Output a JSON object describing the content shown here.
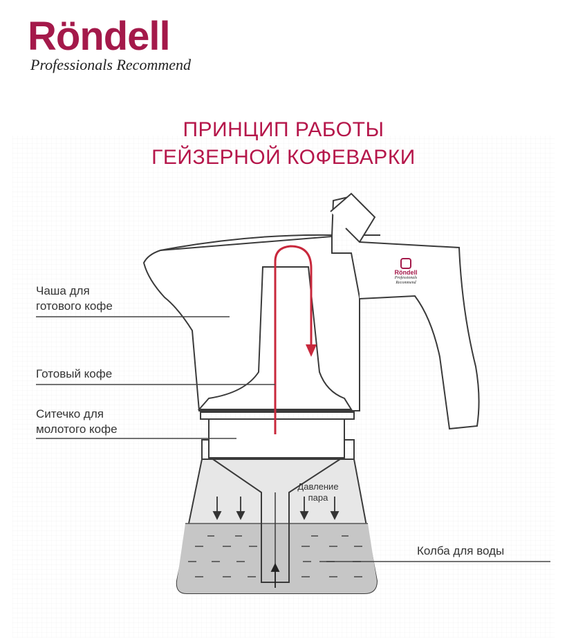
{
  "brand": {
    "name": "Röndell",
    "tagline": "Professionals Recommend",
    "color": "#a4194a"
  },
  "title": {
    "line1": "ПРИНЦИП РАБОТЫ",
    "line2": "ГЕЙЗЕРНОЙ КОФЕВАРКИ",
    "color": "#b5164a"
  },
  "labels": {
    "cup": {
      "line1": "Чаша для",
      "line2": "готового кофе"
    },
    "ready_coffee": "Готовый кофе",
    "filter": {
      "line1": "Ситечко для",
      "line2": "молотого кофе"
    },
    "water_flask": "Колба для воды",
    "steam": {
      "line1": "Давление",
      "line2": "пара"
    }
  },
  "mini_logo": {
    "name": "Röndell",
    "tagline": "Professionals Recommend"
  },
  "colors": {
    "outline": "#3a3a3a",
    "flow_arrow": "#c8283c",
    "water": "#c9c9c9",
    "water_light": "#e6e6e6"
  }
}
